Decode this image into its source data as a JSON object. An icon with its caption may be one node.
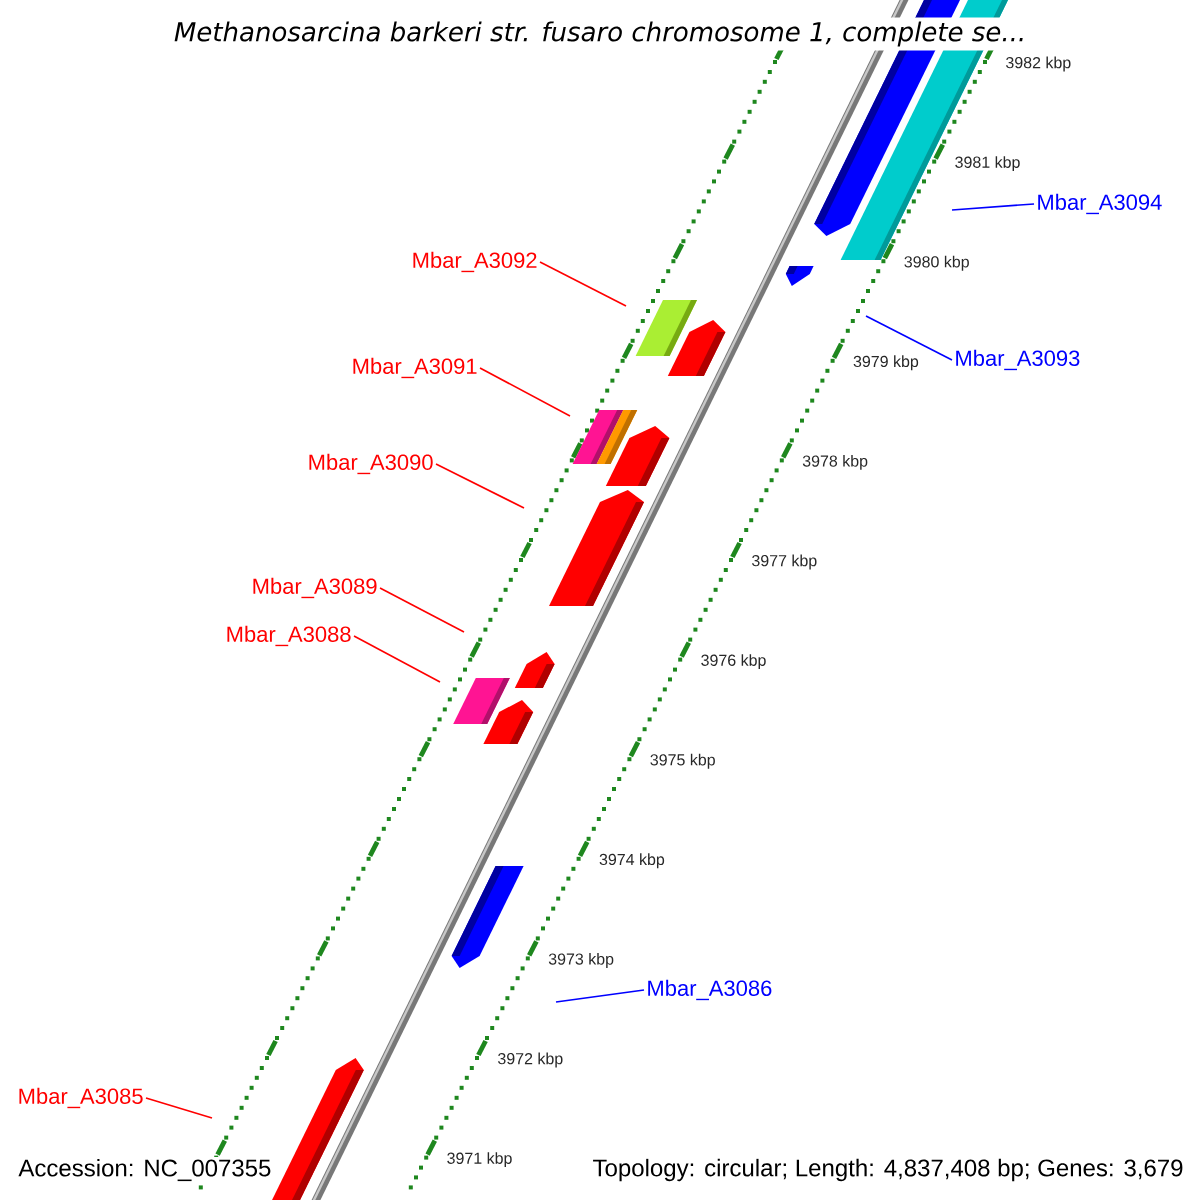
{
  "diagram": {
    "title": "Methanosarcina barkeri str. fusaro chromosome 1, complete se...",
    "nodes": [
      {
        "text": [
          "Mbar_A3094"
        ]
      },
      {
        "text": [
          "Mbar_A3092"
        ]
      },
      {
        "text": [
          "Mbar_A3093"
        ]
      },
      {
        "text": [
          "Mbar_A3091"
        ]
      },
      {
        "text": [
          "Mbar_A3090"
        ]
      },
      {
        "text": [
          "Mbar_A3089"
        ]
      },
      {
        "text": [
          "Mbar_A3088"
        ]
      },
      {
        "text": [
          "Mbar_A3086"
        ]
      },
      {
        "text": [
          "Mbar_A3085"
        ]
      }
    ],
    "edges": [
      {
        "from": 0,
        "to": null,
        "arrow": "none",
        "color": "#0000ff"
      },
      {
        "from": 1,
        "to": null,
        "arrow": "none"
      },
      {
        "from": 2,
        "to": null,
        "arrow": "none",
        "color": "#0000ff"
      },
      {
        "from": 3,
        "to": null,
        "arrow": "none"
      },
      {
        "from": 4,
        "to": null,
        "arrow": "none"
      },
      {
        "from": 5,
        "to": null,
        "arrow": "none"
      },
      {
        "from": 6,
        "to": null,
        "arrow": "none"
      },
      {
        "from": 7,
        "to": null,
        "arrow": "none",
        "color": "#0000ff"
      },
      {
        "from": 8,
        "to": null,
        "arrow": "none"
      }
    ],
    "labels": [
      "3982 kbp",
      "3981 kbp",
      "3980 kbp",
      "3979 kbp",
      "3978 kbp",
      "3977 kbp",
      "3976 kbp",
      "3975 kbp",
      "3974 kbp",
      "3973 kbp",
      "3972 kbp",
      "3971 kbp",
      "Accession: NC_007355",
      "Topology: circular; Length: 4,837,408 bp; Genes: 3,679"
    ]
  }
}
